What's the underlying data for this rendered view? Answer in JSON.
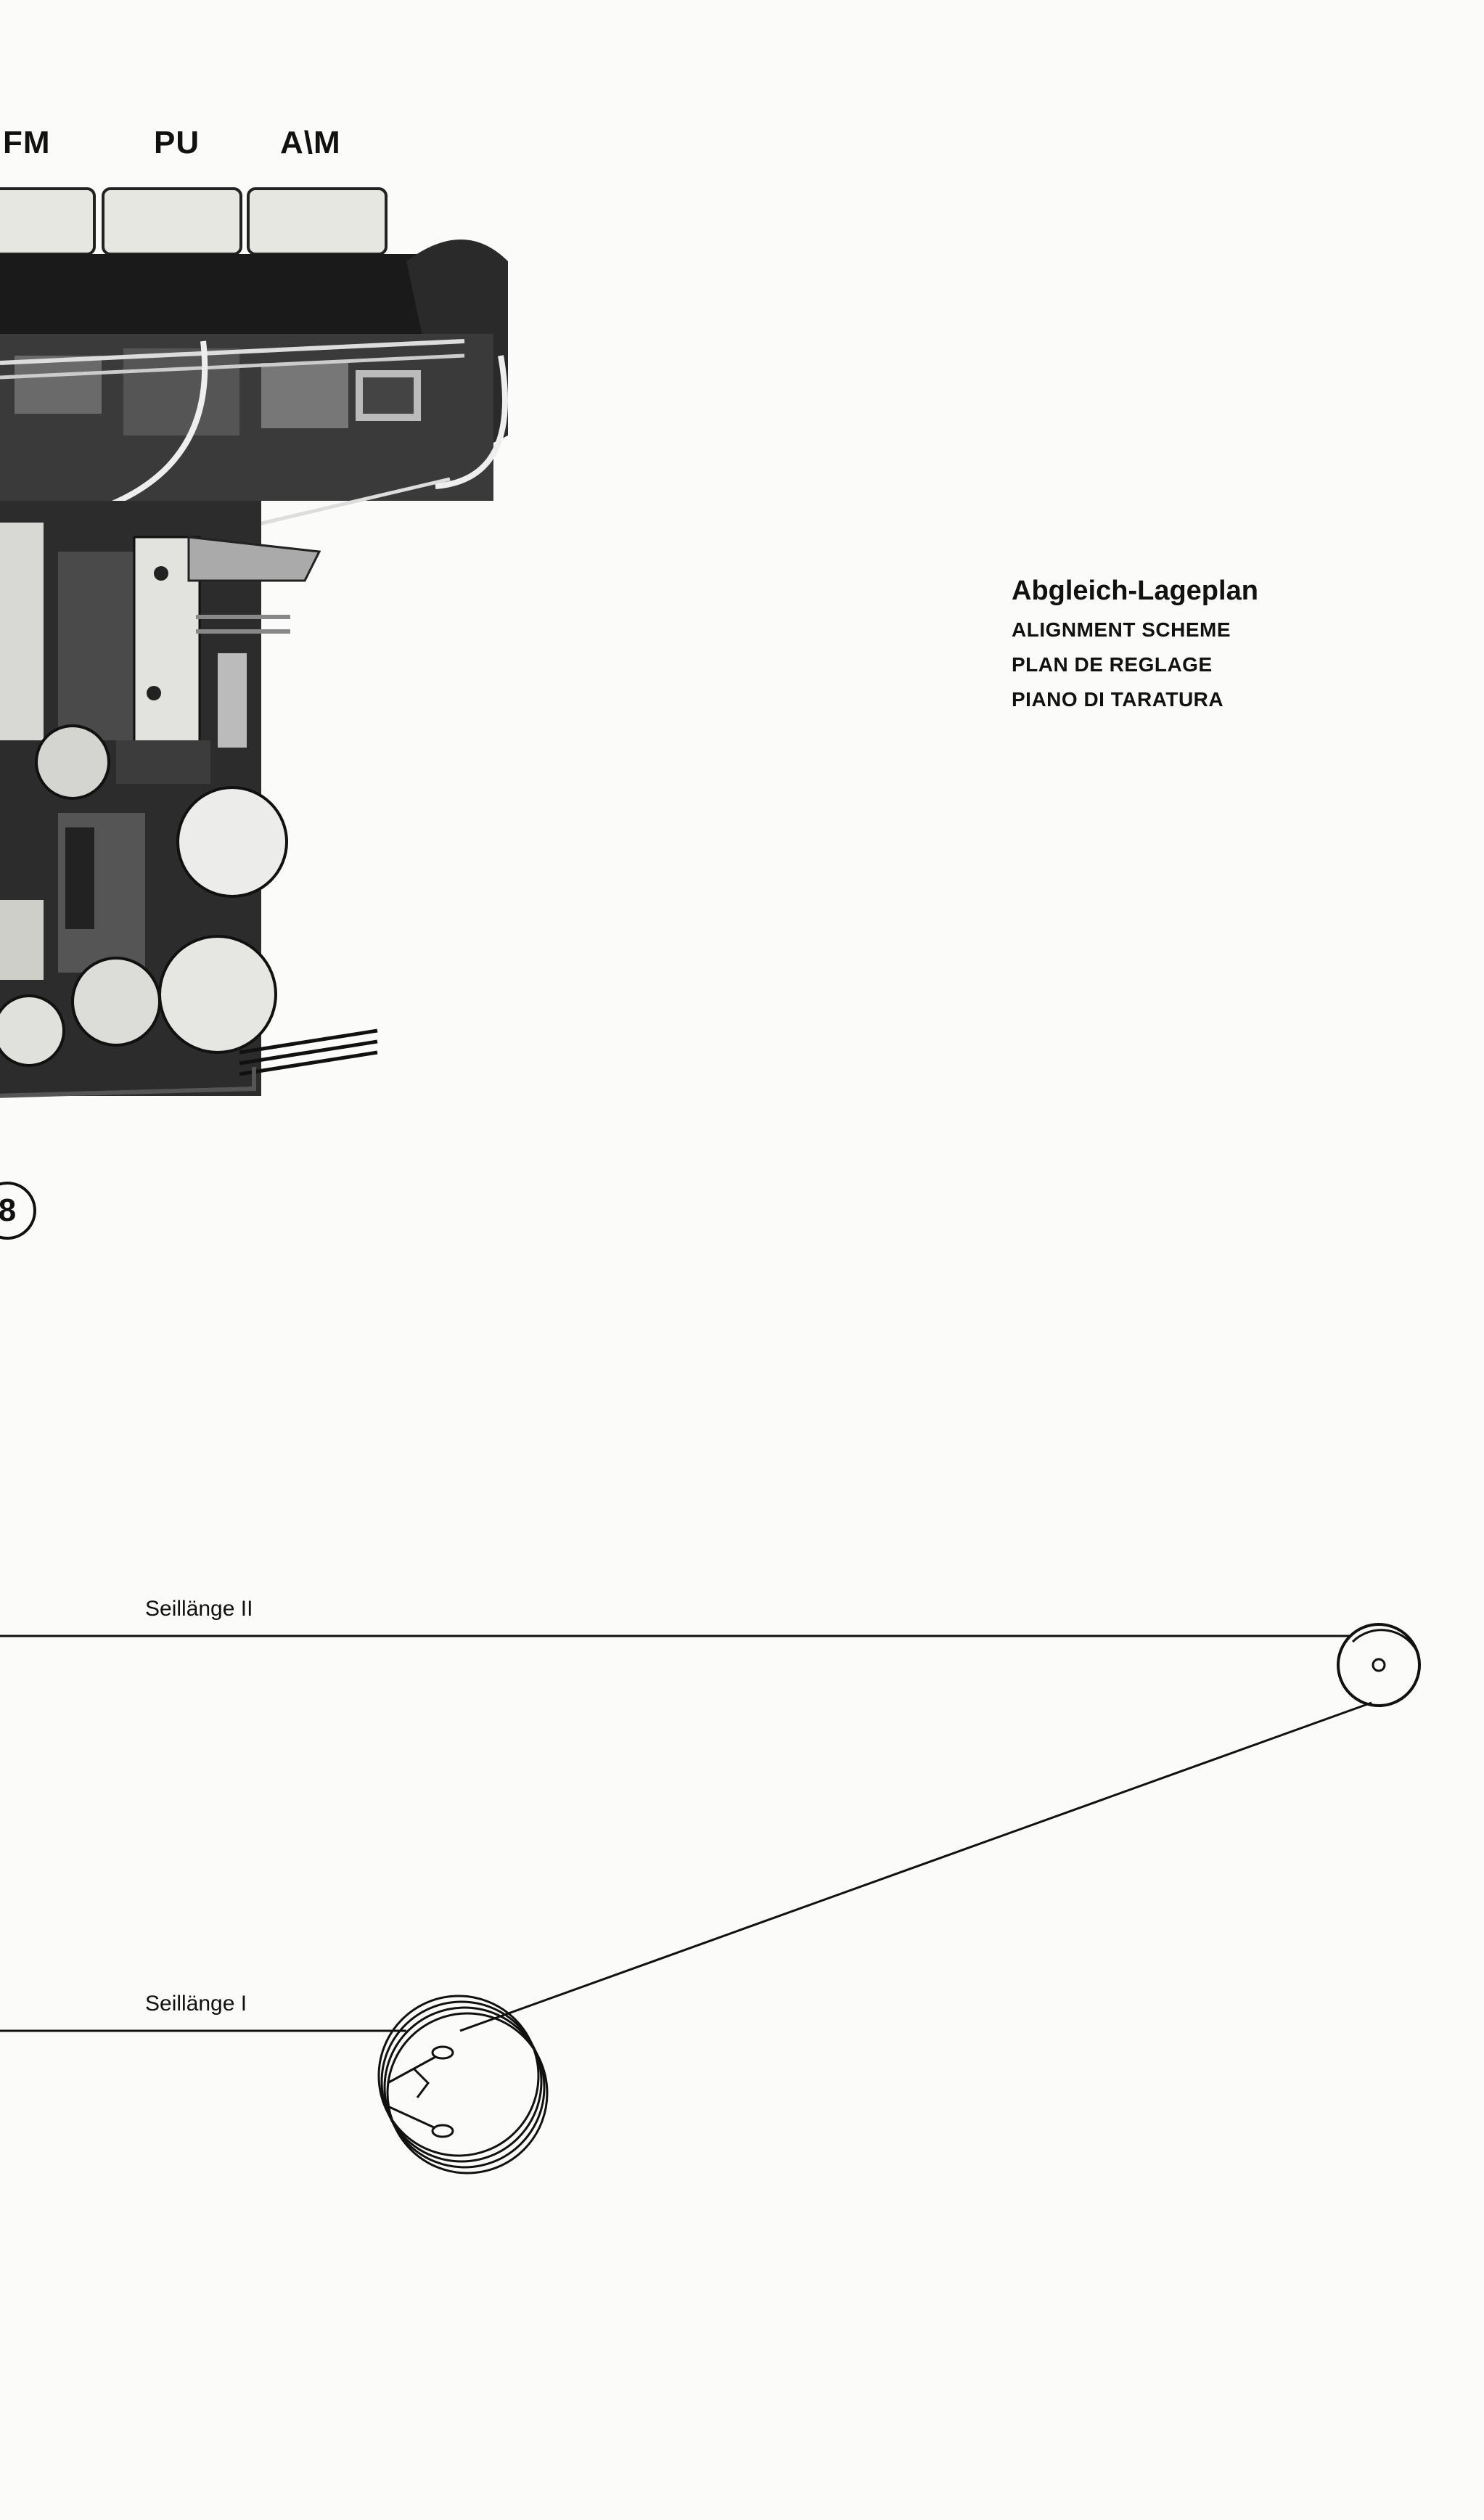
{
  "buttons": {
    "fm": "FM",
    "pu": "PU",
    "am": "A\\M"
  },
  "figure": {
    "number": "8"
  },
  "alignment": {
    "title": "Abgleich-Lageplan",
    "lines": [
      "ALIGNMENT SCHEME",
      "PLAN DE REGLAGE",
      "PIANO DI TARATURA"
    ]
  },
  "cord_diagram": {
    "label_upper": "Seillänge II",
    "label_lower": "Seillänge I"
  }
}
